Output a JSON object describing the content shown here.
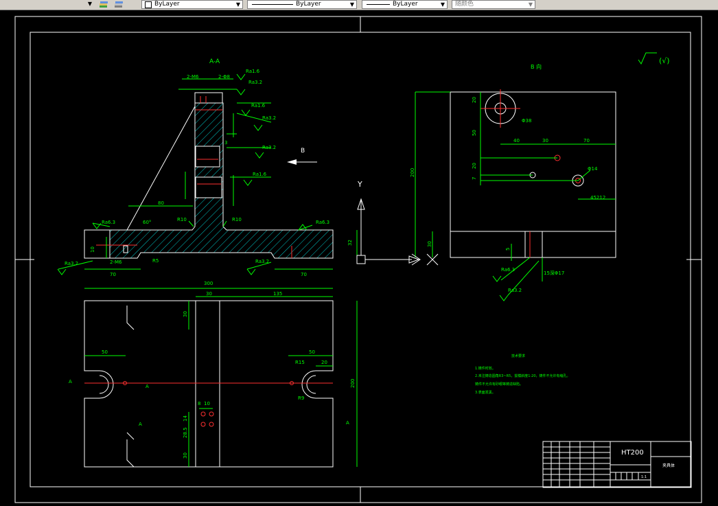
{
  "toolbar": {
    "color_control": "ByLayer",
    "linetype_control": "ByLayer",
    "lineweight_control": "ByLayer",
    "plotstyle_control": "随颜色"
  },
  "drawing": {
    "section_aa": "A-A",
    "view_b": "B",
    "view_b_label": "B 向",
    "surface_symbol": "(√)",
    "axis_y": "Y",
    "title_material": "HT200",
    "title_partname": "夹具体",
    "title_scale": "1:1",
    "tech_title": "技术要求",
    "tech_notes": [
      "1.铸件时效。",
      "2.未注铸造圆角R3~R5，拔模斜度1:20，铸件不允许有缩孔。",
      "铸件不允许有砂眼等铸造缺陷。",
      "3.表面发黑。"
    ],
    "dims_section": {
      "d_80": "80",
      "d_70a": "70",
      "d_70b": "70",
      "d_32": "32",
      "d_10": "10",
      "d_60deg": "60°",
      "r10a": "R10",
      "r10b": "R10",
      "r5": "R5",
      "d_3": "3",
      "m6_top": "2-M6",
      "m6_bot": "2-M6",
      "d_phi": "2-Φ8",
      "ra16": "Ra1.6",
      "ra32": "Ra3.2",
      "ra63": "Ra6.3"
    },
    "dims_plan": {
      "d_300": "300",
      "d_30a": "30",
      "d_135": "135",
      "d_30b": "30",
      "d_50a": "50",
      "d_50b": "50",
      "d_20": "20",
      "d_200": "200",
      "r15": "R15",
      "r9": "R9",
      "d_8": "8",
      "d_10": "10",
      "d_14": "14",
      "d_285": "28.5",
      "d_30c": "30",
      "label_a1": "A",
      "label_a2": "A",
      "label_a3": "A",
      "label_a4": "A"
    },
    "dims_b": {
      "d_20a": "20",
      "d_50": "50",
      "d_40": "40",
      "d_30": "30",
      "d_70": "70",
      "d_20b": "20",
      "d_7": "7",
      "d_200": "200",
      "d_30v": "30",
      "phi38": "Φ38",
      "phi14": "Φ14",
      "d_45212": "45212",
      "d_5": "5",
      "d_depth": "15深Φ17",
      "ra63": "Ra6.3",
      "ra32": "Ra3.2"
    }
  }
}
